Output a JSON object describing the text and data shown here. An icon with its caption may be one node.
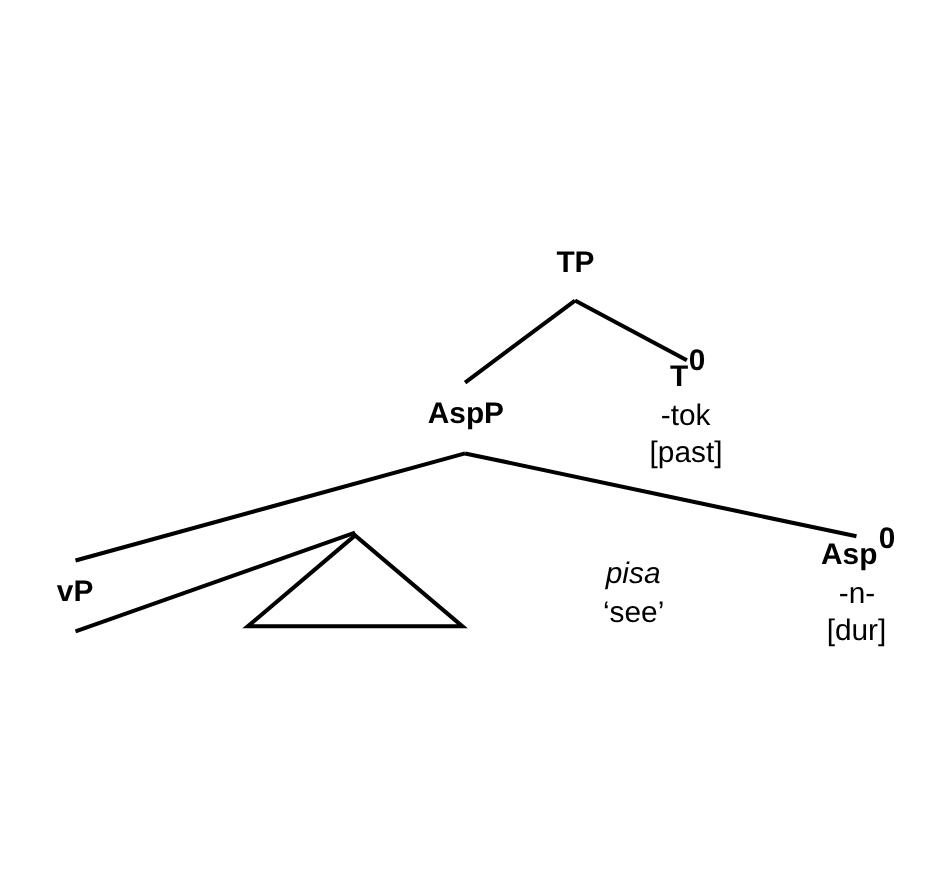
{
  "diagram": {
    "nodes": [
      {
        "text": [
          "TP"
        ]
      },
      {
        "text": [
          "AspP"
        ]
      },
      {
        "text": [
          "T$^{0}$",
          "-tok",
          "[past]"
        ]
      },
      {
        "text": [
          "vP"
        ]
      },
      {
        "text": [
          "Asp$^{0}$",
          "-n-",
          "[dur]"
        ]
      },
      {
        "text": [],
        "shape": "triangle",
        "beside": [
          "pisa",
          "‘see’"
        ]
      }
    ],
    "edges": [
      {
        "from": 0,
        "to": 1,
        "arrow": "none"
      },
      {
        "from": 0,
        "to": 2,
        "arrow": "none"
      },
      {
        "from": 1,
        "to": 3,
        "arrow": "none"
      },
      {
        "from": 1,
        "to": 4,
        "arrow": "none"
      },
      {
        "from": 3,
        "to": 5,
        "arrow": "none"
      }
    ]
  }
}
